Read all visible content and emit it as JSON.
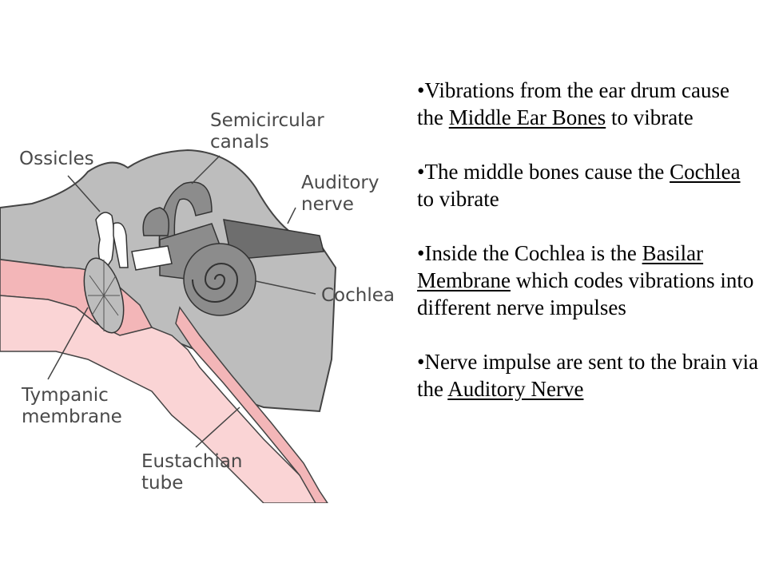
{
  "diagram": {
    "labels": {
      "ossicles": "Ossicles",
      "semicircular_line1": "Semicircular",
      "semicircular_line2": "canals",
      "auditory_line1": "Auditory",
      "auditory_line2": "nerve",
      "cochlea": "Cochlea",
      "tympanic_line1": "Tympanic",
      "tympanic_line2": "membrane",
      "eustachian_line1": "Eustachian",
      "eustachian_line2": "tube"
    },
    "colors": {
      "gray": "#bdbdbd",
      "dark_gray": "#8c8c8c",
      "pink": "#f3b6b8",
      "light_pink": "#fad4d5",
      "outline": "#444444"
    }
  },
  "bullets": [
    {
      "bullet": "•",
      "pre": "Vibrations from the ear drum cause the ",
      "term": "Middle Ear Bones",
      "post": " to vibrate"
    },
    {
      "bullet": "•",
      "pre": "The middle bones cause the ",
      "term": "Cochlea",
      "post": " to vibrate"
    },
    {
      "bullet": "•",
      "pre": "Inside the Cochlea is the ",
      "term": "Basilar Membrane",
      "post": " which codes vibrations into different nerve impulses"
    },
    {
      "bullet": "•",
      "pre": "Nerve impulse are sent to the brain via the ",
      "term": "Auditory Nerve",
      "post": ""
    }
  ]
}
